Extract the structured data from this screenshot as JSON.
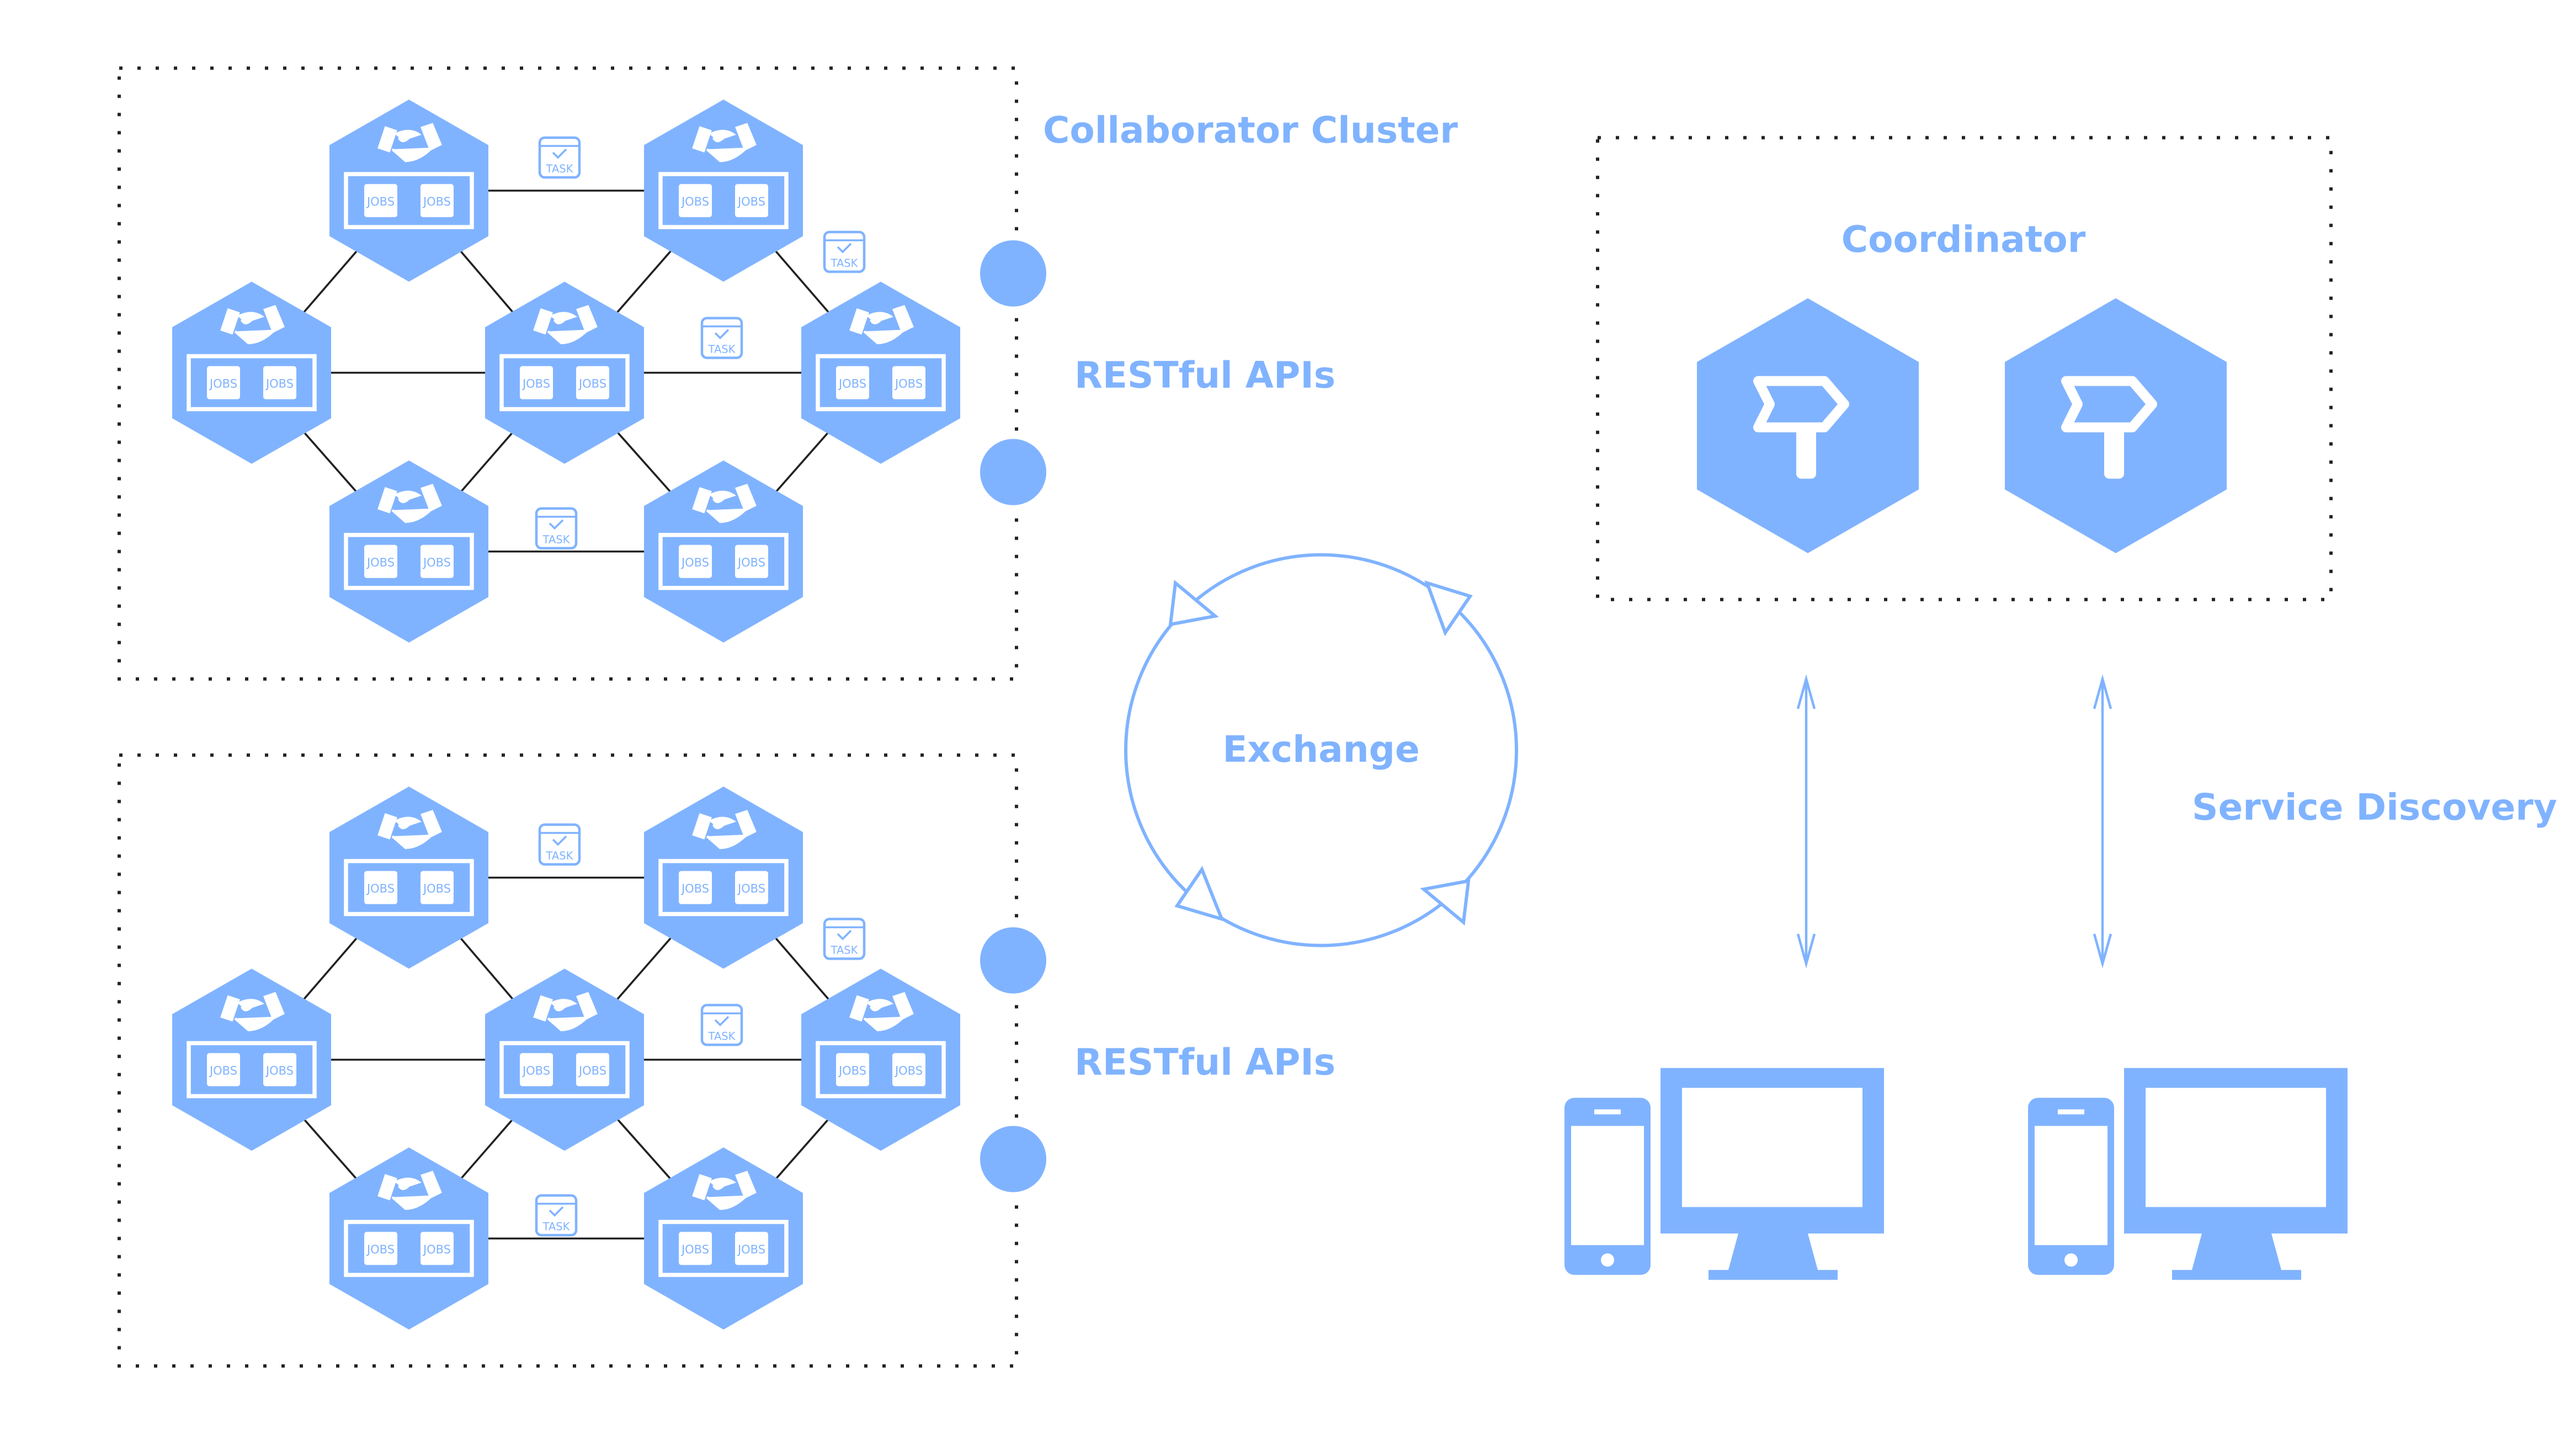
{
  "colors": {
    "accent": "#80b3ff",
    "edge": "#222222"
  },
  "labels": {
    "collaborator_cluster": "Collaborator Cluster",
    "restful_apis_1": "RESTful APIs",
    "restful_apis_2": "RESTful APIs",
    "coordinator": "Coordinator",
    "exchange": "Exchange",
    "service_discovery": "Service Discovery"
  },
  "node": {
    "jobs_label": "JOBS",
    "task_label": "TASK",
    "icon": "handshake-icon"
  },
  "coordinator_icons": [
    "signpost-icon",
    "signpost-icon"
  ],
  "client_devices": [
    "phone-icon",
    "monitor-icon"
  ]
}
